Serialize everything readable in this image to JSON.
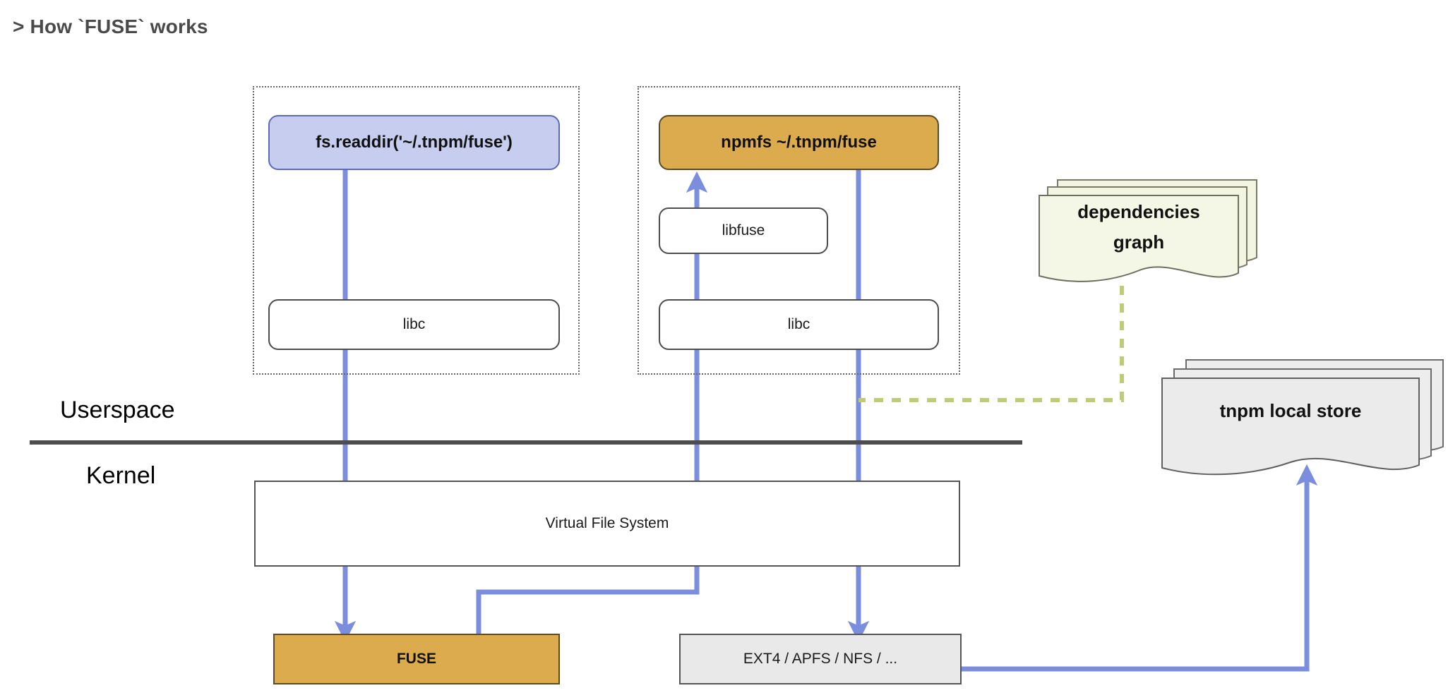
{
  "page": {
    "title": "> How `FUSE` works",
    "background": "#ffffff"
  },
  "colors": {
    "accent_blue_fill": "#c7cdef",
    "accent_blue_stroke": "#5d6ab8",
    "connector_blue": "#7b8ede",
    "gold_fill": "#dbab4e",
    "gold_stroke": "#5c4a22",
    "gray_fill": "#e9e9e9",
    "doc_green_fill": "#f2f5e1",
    "doc_green_dash": "#c0cb7a",
    "divider_gray": "#4d4d4d",
    "dotted_group": "#666666"
  },
  "bands": {
    "userspace_label": "Userspace",
    "kernel_label": "Kernel"
  },
  "groups": [
    {
      "name": "app-process-group",
      "label": ""
    },
    {
      "name": "npmfs-process-group",
      "label": ""
    }
  ],
  "nodes": {
    "app_call": "fs.readdir('~/.tnpm/fuse')",
    "app_libc": "libc",
    "npmfs": "npmfs ~/.tnpm/fuse",
    "libfuse": "libfuse",
    "npmfs_libc": "libc",
    "vfs": "Virtual File System",
    "fuse": "FUSE",
    "filesystems": "EXT4 / APFS / NFS / ...",
    "dependencies_graph_line1": "dependencies",
    "dependencies_graph_line2": "graph",
    "tnpm_local_store": "tnpm local store"
  },
  "connectors": [
    {
      "name": "app-call-to-fuse",
      "from": "fs.readdir('~/.tnpm/fuse')",
      "to": "FUSE",
      "style": "solid",
      "color": "#7b8ede"
    },
    {
      "name": "fuse-to-libfuse",
      "from": "FUSE",
      "to": "libfuse",
      "style": "solid",
      "color": "#7b8ede"
    },
    {
      "name": "npmfs-to-filesystems",
      "from": "npmfs ~/.tnpm/fuse",
      "to": "EXT4 / APFS / NFS / ...",
      "style": "solid",
      "color": "#7b8ede"
    },
    {
      "name": "filesystems-to-local-store",
      "from": "EXT4 / APFS / NFS / ...",
      "to": "tnpm local store",
      "style": "solid",
      "color": "#7b8ede"
    },
    {
      "name": "dependencies-graph-to-npmfs",
      "from": "dependencies graph",
      "to": "npmfs ~/.tnpm/fuse",
      "style": "dashed",
      "color": "#c0cb7a"
    }
  ]
}
